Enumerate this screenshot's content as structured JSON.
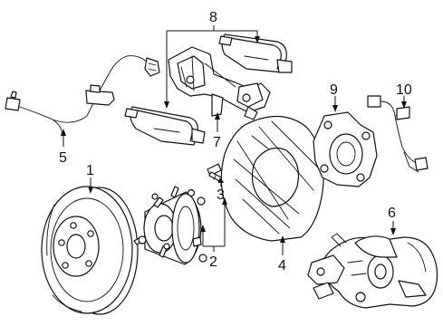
{
  "callouts": {
    "c1": "1",
    "c2": "2",
    "c3": "3",
    "c4": "4",
    "c5": "5",
    "c6": "6",
    "c7": "7",
    "c8": "8",
    "c9": "9",
    "c10": "10"
  },
  "parts": [
    {
      "callout": "1",
      "icon": "brake-rotor-icon"
    },
    {
      "callout": "2",
      "icon": "hub-bearing-icon"
    },
    {
      "callout": "3",
      "icon": "bolt-icon"
    },
    {
      "callout": "4",
      "icon": "splash-shield-icon"
    },
    {
      "callout": "5",
      "icon": "abs-sensor-wire-icon"
    },
    {
      "callout": "6",
      "icon": "brake-caliper-icon"
    },
    {
      "callout": "7",
      "icon": "caliper-support-icon"
    },
    {
      "callout": "8",
      "icon": "brake-pads-icon"
    },
    {
      "callout": "9",
      "icon": "adapter-bracket-icon"
    },
    {
      "callout": "10",
      "icon": "wear-sensor-icon"
    }
  ],
  "colors": {
    "line": "#111111",
    "background": "#ffffff"
  }
}
